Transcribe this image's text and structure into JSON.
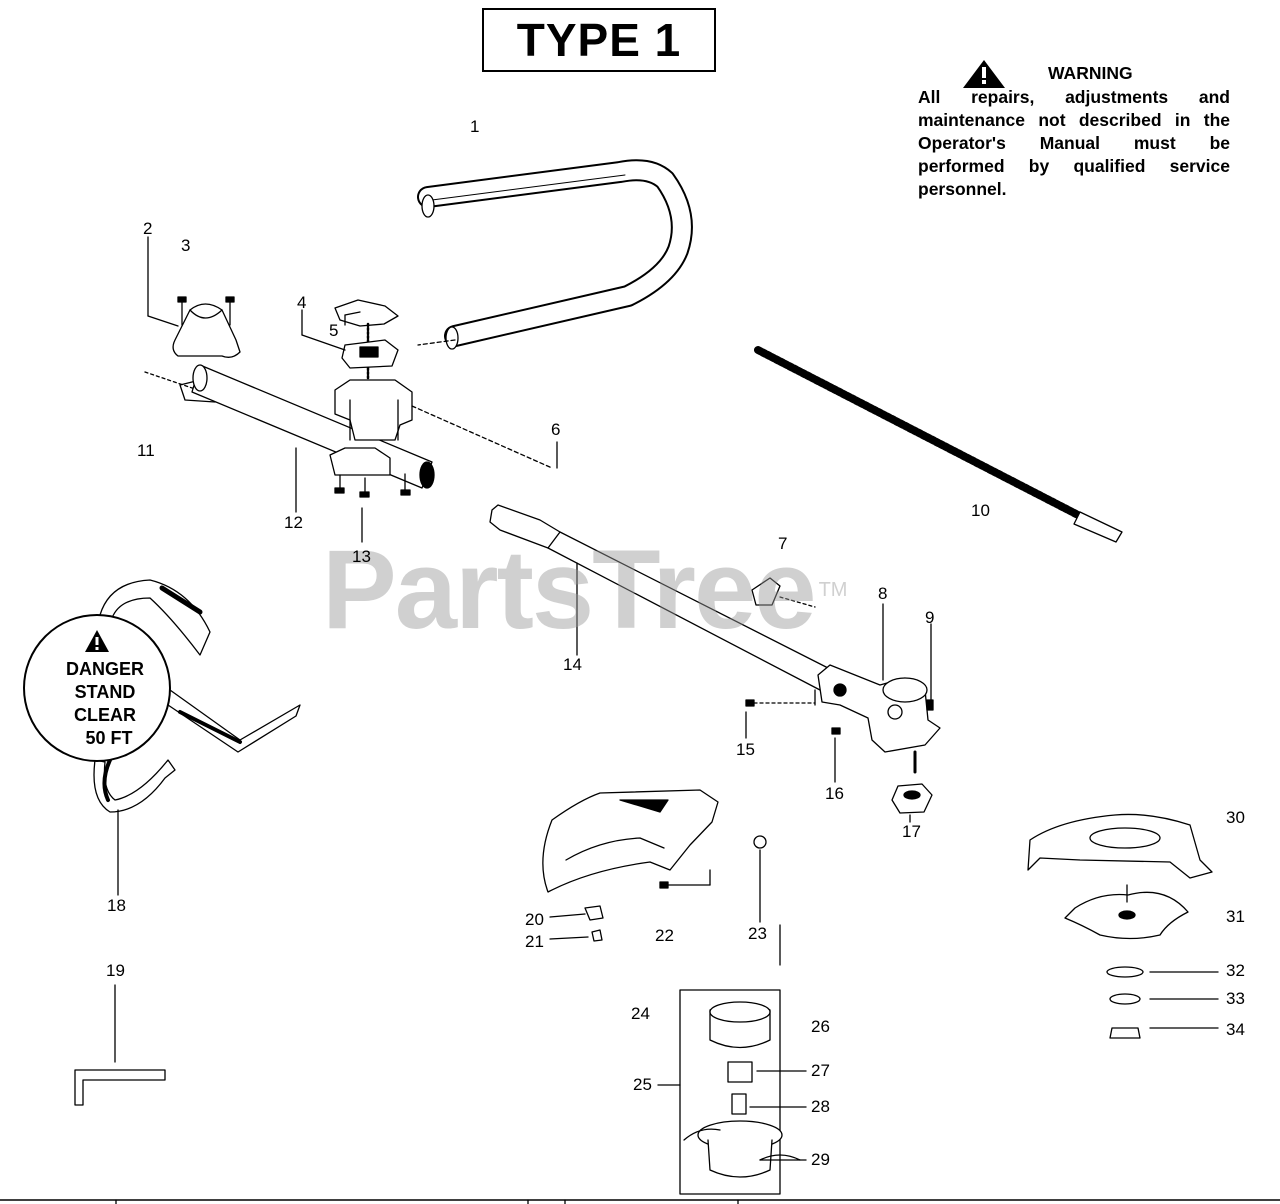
{
  "title": "TYPE 1",
  "warning": {
    "heading": "WARNING",
    "text": "All repairs, adjustments and maintenance not described in the Operator's Manual must be performed by qualified service personnel."
  },
  "watermark": {
    "text": "PartsTree",
    "tm": "TM"
  },
  "danger_label": {
    "line1": "DANGER",
    "line2": "STAND",
    "line3": "CLEAR",
    "line4": "50 FT"
  },
  "part_numbers": [
    "1",
    "2",
    "3",
    "4",
    "5",
    "6",
    "7",
    "8",
    "9",
    "10",
    "11",
    "12",
    "13",
    "14",
    "15",
    "16",
    "17",
    "18",
    "19",
    "20",
    "21",
    "22",
    "23",
    "24",
    "25",
    "26",
    "27",
    "28",
    "29",
    "30",
    "31",
    "32",
    "33",
    "34"
  ],
  "icons": {
    "warning": "warning-triangle-icon"
  }
}
